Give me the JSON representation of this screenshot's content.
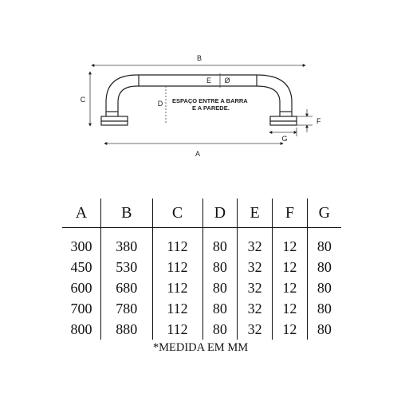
{
  "diagram": {
    "labels": {
      "a": "A",
      "b": "B",
      "c": "C",
      "d": "D",
      "e": "E",
      "f": "F",
      "g": "G",
      "diameter_symbol": "Ø"
    },
    "note_lines": [
      "ESPAÇO ENTRE A BARRA",
      "E A PAREDE."
    ]
  },
  "table": {
    "headers": [
      "A",
      "B",
      "C",
      "D",
      "E",
      "F",
      "G"
    ],
    "rows": [
      [
        "300",
        "380",
        "112",
        "80",
        "32",
        "12",
        "80"
      ],
      [
        "450",
        "530",
        "112",
        "80",
        "32",
        "12",
        "80"
      ],
      [
        "600",
        "680",
        "112",
        "80",
        "32",
        "12",
        "80"
      ],
      [
        "700",
        "780",
        "112",
        "80",
        "32",
        "12",
        "80"
      ],
      [
        "800",
        "880",
        "112",
        "80",
        "32",
        "12",
        "80"
      ]
    ]
  },
  "footnote": "*MEDIDA EM MM"
}
